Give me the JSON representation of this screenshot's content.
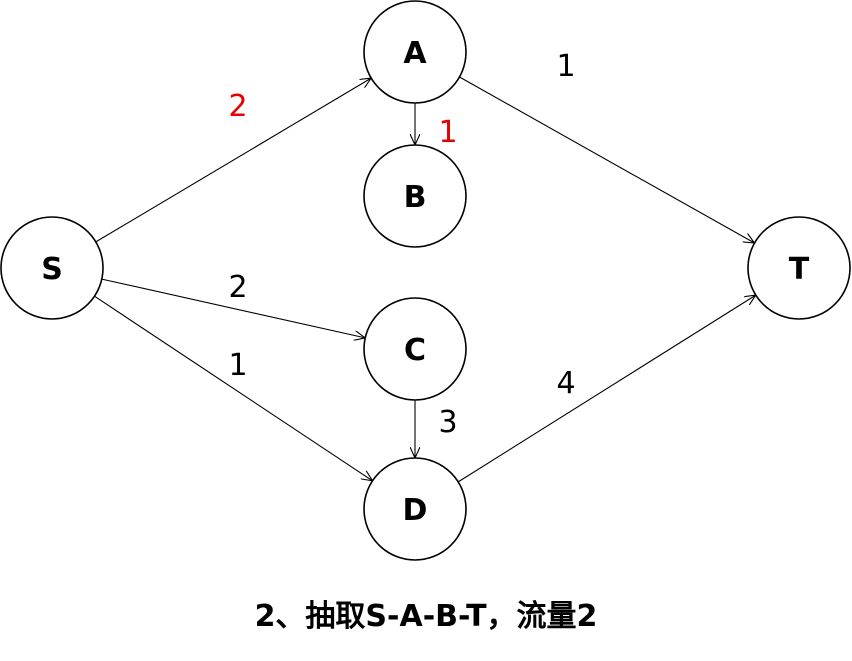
{
  "nodes": [
    {
      "id": "S",
      "label": "S"
    },
    {
      "id": "A",
      "label": "A"
    },
    {
      "id": "B",
      "label": "B"
    },
    {
      "id": "C",
      "label": "C"
    },
    {
      "id": "D",
      "label": "D"
    },
    {
      "id": "T",
      "label": "T"
    }
  ],
  "edges": [
    {
      "from": "S",
      "to": "A",
      "label": "2",
      "label_color": "#e60000"
    },
    {
      "from": "A",
      "to": "B",
      "label": "1",
      "label_color": "#e60000"
    },
    {
      "from": "A",
      "to": "T",
      "label": "1",
      "label_color": "#000000"
    },
    {
      "from": "S",
      "to": "C",
      "label": "2",
      "label_color": "#000000"
    },
    {
      "from": "S",
      "to": "D",
      "label": "1",
      "label_color": "#000000"
    },
    {
      "from": "C",
      "to": "D",
      "label": "3",
      "label_color": "#000000"
    },
    {
      "from": "D",
      "to": "T",
      "label": "4",
      "label_color": "#000000"
    }
  ],
  "caption": "2、抽取S-A-B-T，流量2"
}
